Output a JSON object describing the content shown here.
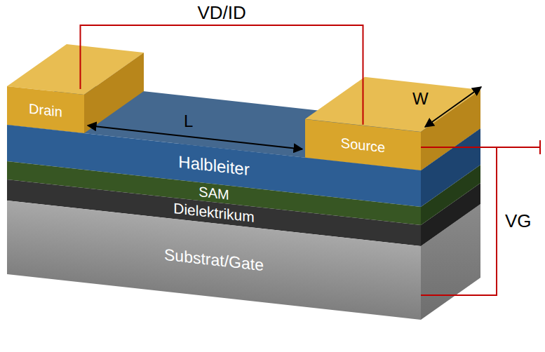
{
  "diagram": {
    "nodes": [
      {
        "text": [
          "Drain"
        ]
      },
      {
        "text": [
          "Source"
        ]
      },
      {
        "text": [
          "Halbleiter"
        ]
      },
      {
        "text": [
          "SAM"
        ]
      },
      {
        "text": [
          "Dielektrikum"
        ]
      },
      {
        "text": [
          "Substrat/Gate"
        ]
      }
    ],
    "edges": [
      {
        "from": 0,
        "to": 1,
        "arrow": "none",
        "label": "VD/ID"
      },
      {
        "from": 1,
        "to": 5,
        "arrow": "none",
        "label": "VG"
      }
    ],
    "labels": [
      "L",
      "W"
    ]
  }
}
